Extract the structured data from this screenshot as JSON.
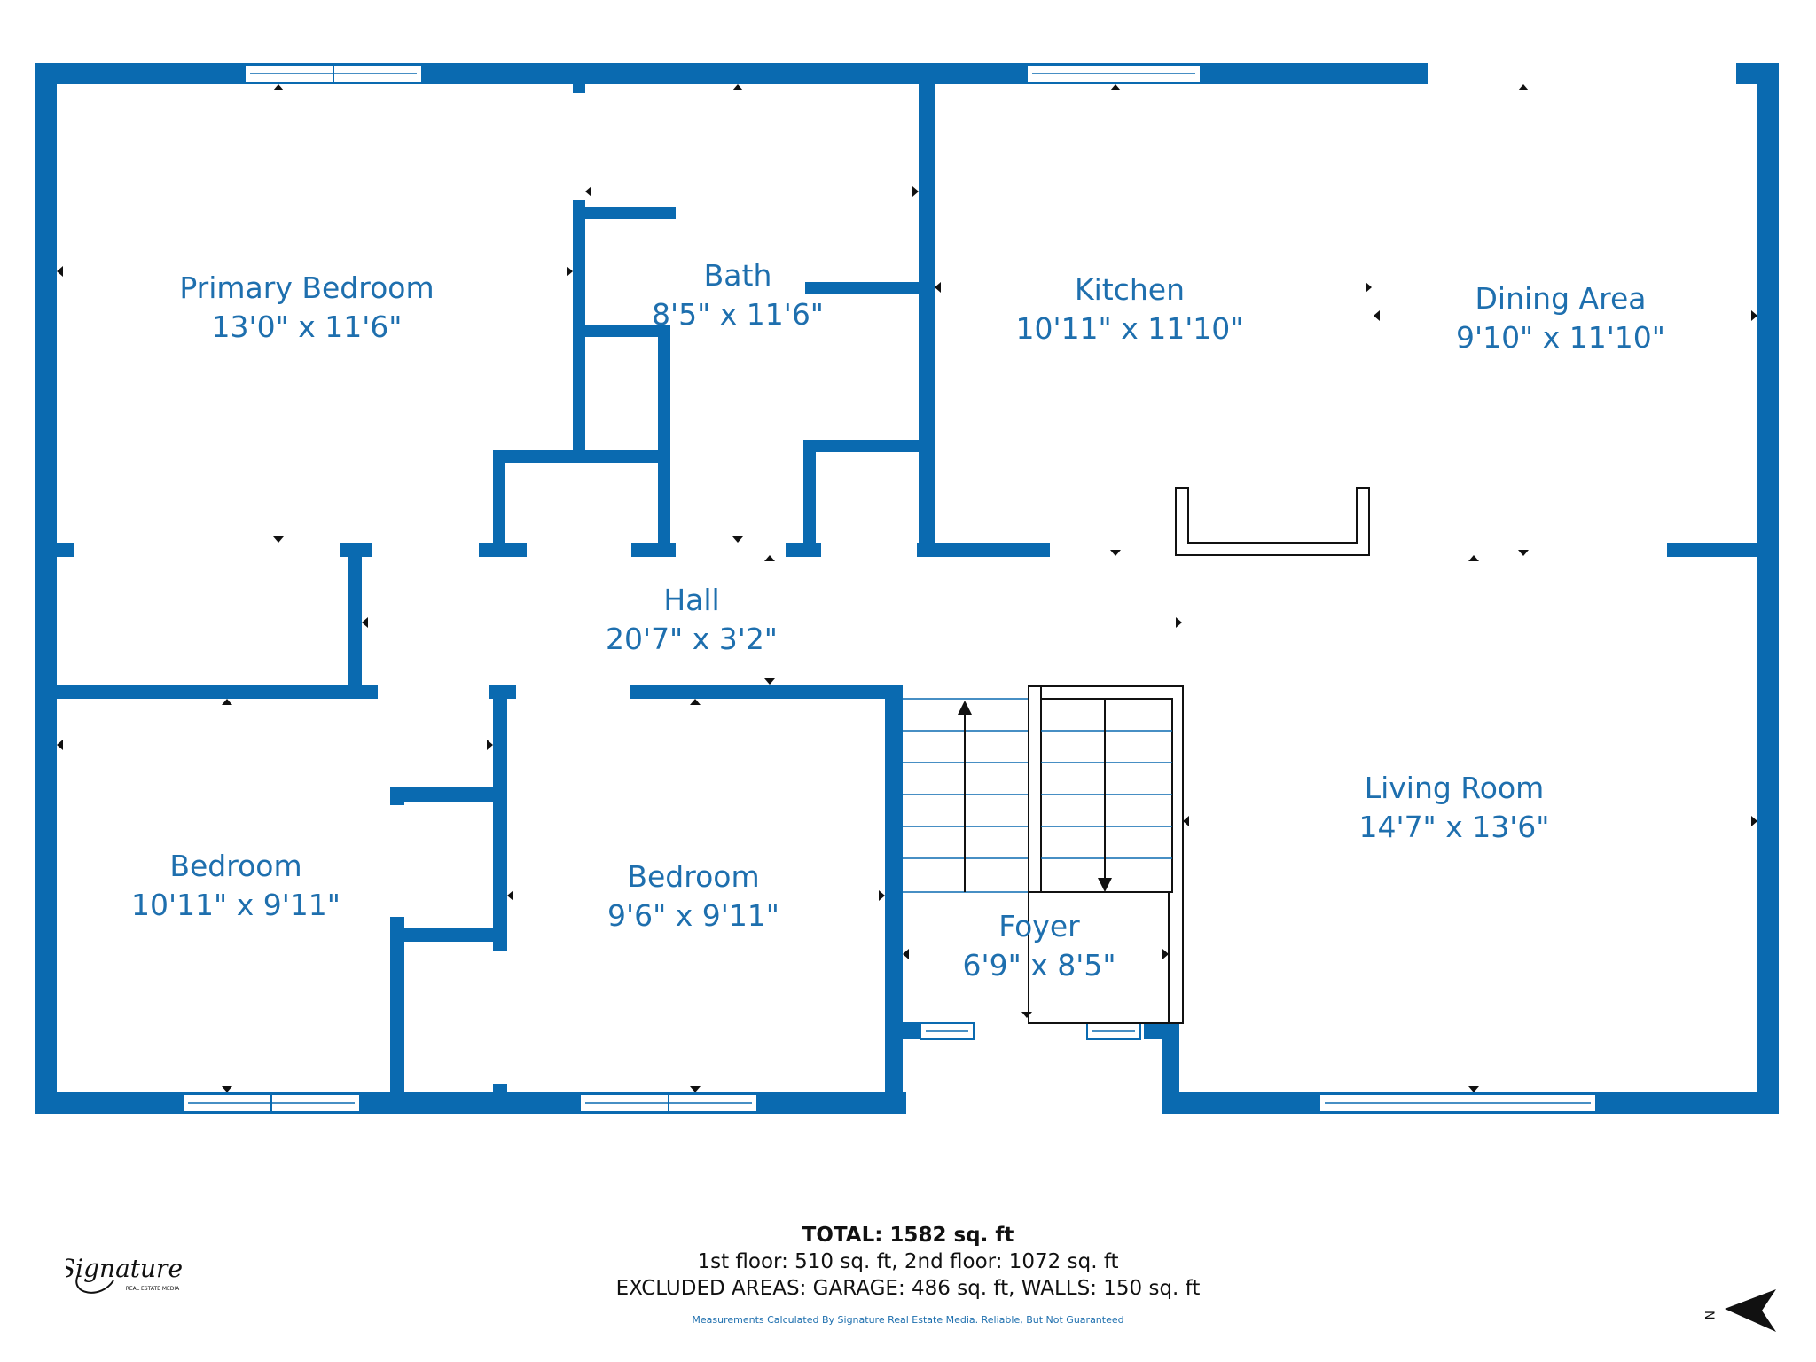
{
  "rooms": {
    "primary_bedroom": {
      "name": "Primary Bedroom",
      "size": "13'0\" x 11'6\""
    },
    "bath": {
      "name": "Bath",
      "size": "8'5\" x 11'6\""
    },
    "kitchen": {
      "name": "Kitchen",
      "size": "10'11\" x 11'10\""
    },
    "dining": {
      "name": "Dining Area",
      "size": "9'10\" x 11'10\""
    },
    "hall": {
      "name": "Hall",
      "size": "20'7\" x 3'2\""
    },
    "living": {
      "name": "Living Room",
      "size": "14'7\" x 13'6\""
    },
    "bedroom1": {
      "name": "Bedroom",
      "size": "10'11\" x 9'11\""
    },
    "bedroom2": {
      "name": "Bedroom",
      "size": "9'6\" x 9'11\""
    },
    "foyer": {
      "name": "Foyer",
      "size": "6'9\" x 8'5\""
    }
  },
  "summary": {
    "total": "TOTAL: 1582 sq. ft",
    "floors": "1st floor: 510 sq. ft, 2nd floor: 1072 sq. ft",
    "excluded": "EXCLUDED AREAS: GARAGE: 486 sq. ft, WALLS: 150 sq. ft",
    "disclaimer": "Measurements Calculated By Signature Real Estate Media. Reliable, But Not Guaranteed"
  },
  "logo": {
    "script": "Signature",
    "sub": "REAL ESTATE MEDIA"
  },
  "compass": {
    "label": "N"
  },
  "colors": {
    "wall": "#0a6ab0",
    "label": "#1e6fae"
  }
}
